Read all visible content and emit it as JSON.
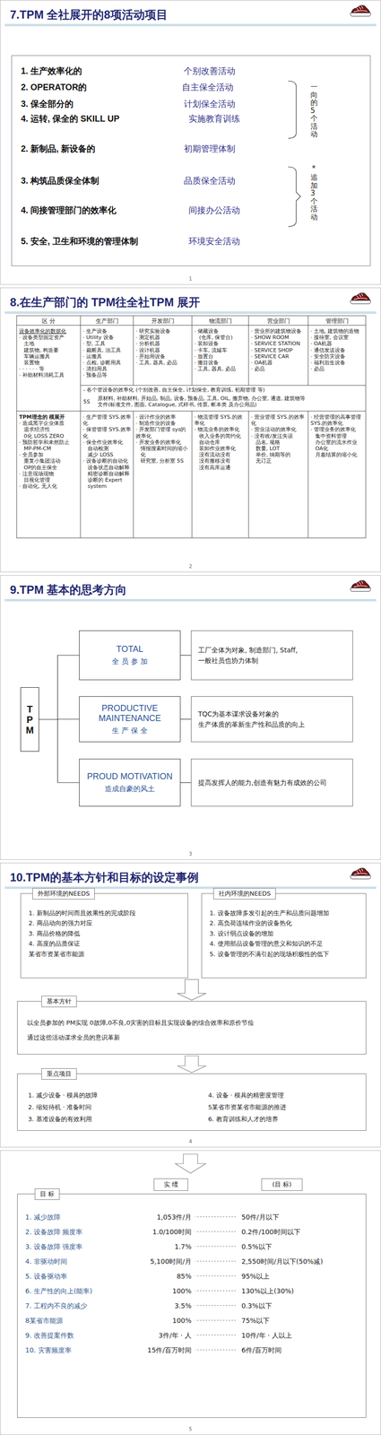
{
  "diagram": {
    "nodes": [
      {
        "text": [
          "7.TPM 全社展开的8项活动项目",
          "1"
        ]
      },
      {
        "text": [
          "1. 生产效率化的",
          "个别改善活动",
          "2. OPERATOR的",
          "自主保全活动",
          "3. 保全部分的",
          "计划保全活动",
          "4. 运转, 保全的 SKILL UP",
          "实施教育训练",
          "2. 新制品, 新设备的",
          "初期管理体制",
          "3. 构筑品质保全体制",
          "品质保全活动",
          "4. 间接管理部门的效率化",
          "间接办公活动",
          "5. 安全, 卫生和环境的管理体制",
          "环境安全活动"
        ],
        "in": 0
      },
      {
        "text": [
          "8.在生产部门的 TPM往全社TPM 展开",
          "2"
        ]
      },
      {
        "text": [
          "9.TPM 基本的思考方向",
          "3"
        ]
      },
      {
        "text": [
          "TPM"
        ],
        "in": 3
      },
      {
        "text": [
          "TOTAL",
          "全 员 参 加"
        ],
        "in": 3
      },
      {
        "text": [
          "工厂全体为对象, 制造部门, Staff,",
          "一般社员也协力体制"
        ],
        "in": 3
      },
      {
        "text": [
          "PRODUCTIVE MAINTENANCE",
          "生 产 保 全"
        ],
        "in": 3
      },
      {
        "text": [
          "TQC为基本谋求设备对象的",
          "生产体质的革新生产性和品质的向上"
        ],
        "in": 3
      },
      {
        "text": [
          "PROUD MOTIVATION",
          "造成自豪的风土"
        ],
        "in": 3
      },
      {
        "text": [
          "提高发挥人的能力,创造有魅力有成效的公司"
        ],
        "in": 3
      },
      {
        "text": [
          "10.TPM的基本方针和目标的设定事例",
          "4"
        ]
      },
      {
        "text": [
          "外部环境的NEEDS",
          "1. 新制品的时间而且效果性的完成阶段",
          "2. 商品动向的强力对应",
          "3. 商品价格的降低",
          "4. 高度的品质保证",
          "某省市资某省市能源"
        ],
        "in": 11
      },
      {
        "text": [
          "社内环境的NEEDS",
          "1. 设备故障多发引起的生产和品质问题增加",
          "2. 高负荷连续作业的设备热化",
          "3. 设计弱点设备的增加",
          "4. 使用部品设备管理的意义和知识的不足",
          "5. 设备管理的不满引起的现场积极性的低下"
        ],
        "in": 11
      },
      {
        "text": [
          "基本方针",
          "以全员参加的 PM实现 0故障,0不良,0灾害的目标且实现设备的综合效率和原价节俭",
          "通过这些活动谋求全员的意识革新"
        ],
        "in": 11
      },
      {
        "text": [
          "重点项目",
          "1. 减少设备 · 模具的故障",
          "2. 缩短待机 · 准备时间",
          "3. 基准设备的有效利用",
          "4. 设备 · 模具的精密度管理",
          "5某省市资某省市能源的推进",
          "6. 教育训练和人才的培养"
        ],
        "in": 11
      },
      {
        "text": [
          "5"
        ]
      },
      {
        "text": [
          "目 标",
          "1. 减少故障",
          "1,053件/月",
          "50件/月以下",
          "2. 设备故障 频度率",
          "1.0/100时间",
          "0.2件/100时间以下",
          "3. 设备故障 强度率",
          "1.7%",
          "0.5%以下",
          "4. 非驱动时间",
          "5,100时间/月",
          "2,550时间/月以下(50%减)",
          "5. 设备驱动率",
          "85%",
          "95%以上",
          "6. 生产性的向上(能率)",
          "100%",
          "130%以上(30%)",
          "7. 工程内不良的减少",
          "3.5%",
          "0.3%以下",
          "8某省市能源",
          "100%",
          "75%以下",
          "9. 改善提案件数",
          "3件/年 · 人",
          "10件/年 · 人以上",
          "10. 灾害频度率",
          "15件/百万时间",
          "6件/百万时间"
        ],
        "in": 16
      },
      {
        "text": [
          "实 绩"
        ],
        "in": 16
      },
      {
        "text": [
          "(目 标)"
        ],
        "in": 16
      }
    ],
    "edges": [
      {
        "from": 4,
        "to": 5,
        "arrow": "none"
      },
      {
        "from": 4,
        "to": 7,
        "arrow": "none"
      },
      {
        "from": 4,
        "to": 9,
        "arrow": "none"
      },
      {
        "from": 5,
        "to": 6,
        "arrow": "none"
      },
      {
        "from": 7,
        "to": 8,
        "arrow": "none"
      },
      {
        "from": 9,
        "to": 10,
        "arrow": "none"
      },
      {
        "from": 12,
        "to": 14,
        "arrow": "to"
      },
      {
        "from": 13,
        "to": 14,
        "arrow": "to"
      },
      {
        "from": 14,
        "to": 15,
        "arrow": "to"
      }
    ],
    "labels": [
      "一向的5个活动",
      "*",
      "追加3个活动",
      "区 分",
      "生产部门",
      "开发部门",
      "物流部门",
      "营业部门",
      "管理部门",
      "设备效率化的数据化",
      "· 设备类型固定资产",
      "土地",
      "建筑物, 构造要",
      "车辆运搬具",
      "装置物",
      "· · · · · · 等",
      "· 补助材料消耗工具",
      "· 生产设备",
      "· Utility 设备",
      "· 型, 工具",
      "· 裁断具, 治工具",
      "· 运搬具",
      "· 点检, 诊断用具",
      "· 清扫用具",
      "· 预备品等",
      "· 研究实验设备",
      "· 测定机器",
      "· 分析机器",
      "· 设计机器",
      "· 开始用设备",
      "· 工具, 器具, 必品",
      "· 储藏设备",
      "(仓库, 保管台)",
      "· 装卸设备",
      "· 卡车, 流罐车",
      "· 放置台",
      "· 搬目设备",
      "· 工具, 器具, 必品",
      "· 营业所的建筑物设备",
      "· SHOW ROOM",
      "· SERVICE STATION",
      "· SERVICE SHOP",
      "· SERVICE CAR",
      "· OA机器",
      "· 必品",
      "· 土地, 建筑物的造物",
      "· 接待室, 会议室",
      "· OA机器",
      "· 通信发送设备",
      "· 安全防灾设备",
      "· 福利后生设备",
      "· 必品",
      "- 各个管设备的效率化 (个别改善, 自主保全, 计划保全, 教育训练, 初期管理 等)",
      "5S",
      "原材料, 补助材料, 开始品, 制品, 设备, 预备品, 工具, OIL, 搬弃物, 办公室, 通道, 建筑物等",
      "文件(标准文件, 图面, Catalogue, 式样书, 传票, 帐本类 及办公用品)",
      "TPM理念的 模展开",
      "· 造成黑字企业体质",
      "追求经济性",
      "0化 LOSS ZERO",
      "· 预防哲学和未然防止",
      "MP-PM-CM",
      "· 全员参加",
      "重复小集团活动",
      "OP的自主保全",
      "· 注意现场现物",
      "目视化管理",
      "· 自动化, 无人化",
      "· 生产管理 SYS.效率化",
      "· 保管管理 SYS.效率化",
      "· 保全作业效率化",
      "自动检测",
      "减少 LOSS",
      "· 设备诊断的自动化",
      "设备状态自动解释",
      "精密诊断自动解释",
      "诊断的 Expert system",
      "· 设计作业的效率",
      "· 制造作业的设备",
      "· 开发部门管理 sys的效率化",
      "· 开发业务的效率化",
      "情报搜索时间的缩小化",
      "研究室, 分析室 5S",
      "· 物流管理 SYS.的效率化",
      "· 物流业务的效率化",
      "收入业务的简约化",
      "自动仓库",
      "装卸作业效率化",
      "没有流动没有",
      "没有搬移没有",
      "没有高库运通",
      "· 营业管理 SYS.的效率化",
      "· 营业活动的效率化",
      "· 没有收/发注失误",
      "品名, 规格",
      "数量, LOT",
      "单价, 纳期等的",
      "无订正",
      "· 经营管理的高事管理 SYS.的效率化",
      "· 管理业务的效率化",
      "集中资料管理",
      "办公室的流水作业",
      "OA化",
      "月差结算的缩小化"
    ]
  }
}
